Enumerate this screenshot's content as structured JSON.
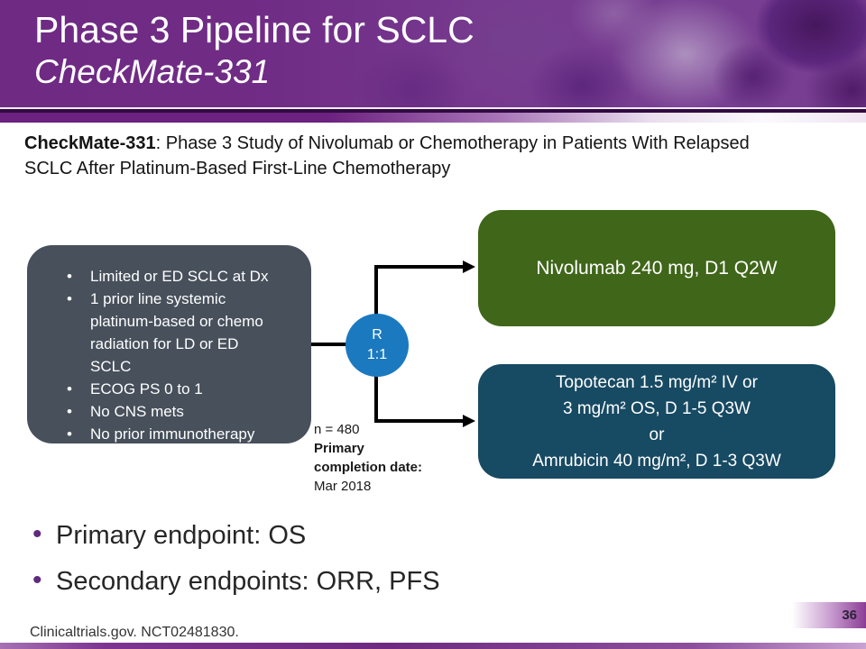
{
  "slide": {
    "title": "Phase 3 Pipeline for SCLC",
    "title_italic": "CheckMate-331",
    "intro": {
      "bold": "CheckMate-331",
      "line1_rest": ": Phase 3 Study of Nivolumab or Chemotherapy in Patients With Relapsed",
      "line2": "SCLC After Platinum-Based First-Line Chemotherapy"
    },
    "diagram": {
      "eligibility": [
        "Limited or ED SCLC at Dx",
        "1 prior line systemic platinum-based or chemo radiation for LD or ED SCLC",
        "ECOG PS 0 to 1",
        "No CNS mets",
        "No prior immunotherapy"
      ],
      "randomization": {
        "letter": "R",
        "ratio": "1:1"
      },
      "arm1_label": "Nivolumab 240 mg, D1 Q2W",
      "arm2_lines": [
        "Topotecan 1.5 mg/m² IV or",
        "3 mg/m² OS, D 1-5 Q3W",
        "or",
        "Amrubicin 40 mg/m², D 1-3 Q3W"
      ],
      "enrollment": "n = 480",
      "completion_label": "Primary completion date:",
      "completion_date": "Mar 2018"
    },
    "endpoints": [
      "Primary endpoint: OS",
      "Secondary endpoints: ORR, PFS"
    ],
    "footer": "Clinicaltrials.gov. NCT02481830.",
    "page_number": "36",
    "colors": {
      "header_purple": "#6f2a84",
      "accent_band": "#6d2180",
      "eligibility_box": "#47505B",
      "randomize_circle": "#1B79C0",
      "arm1_green": "#3F6619",
      "arm2_teal": "#174A63",
      "page_box_purple": "#8C3D96"
    }
  }
}
